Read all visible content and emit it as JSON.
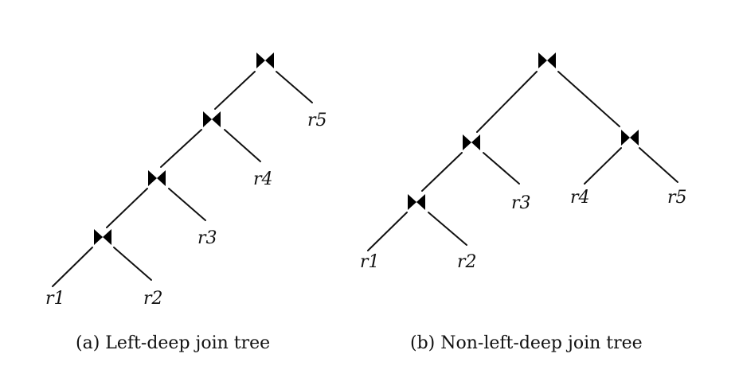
{
  "left_tree": {
    "leaves": [
      "r1",
      "r2",
      "r3",
      "r4",
      "r5"
    ],
    "caption": "(a) Left-deep join tree"
  },
  "right_tree": {
    "leaves": [
      "r1",
      "r2",
      "r3",
      "r4",
      "r5"
    ],
    "caption": "(b) Non-left-deep join tree"
  },
  "join_symbol": "bowtie-join-icon"
}
